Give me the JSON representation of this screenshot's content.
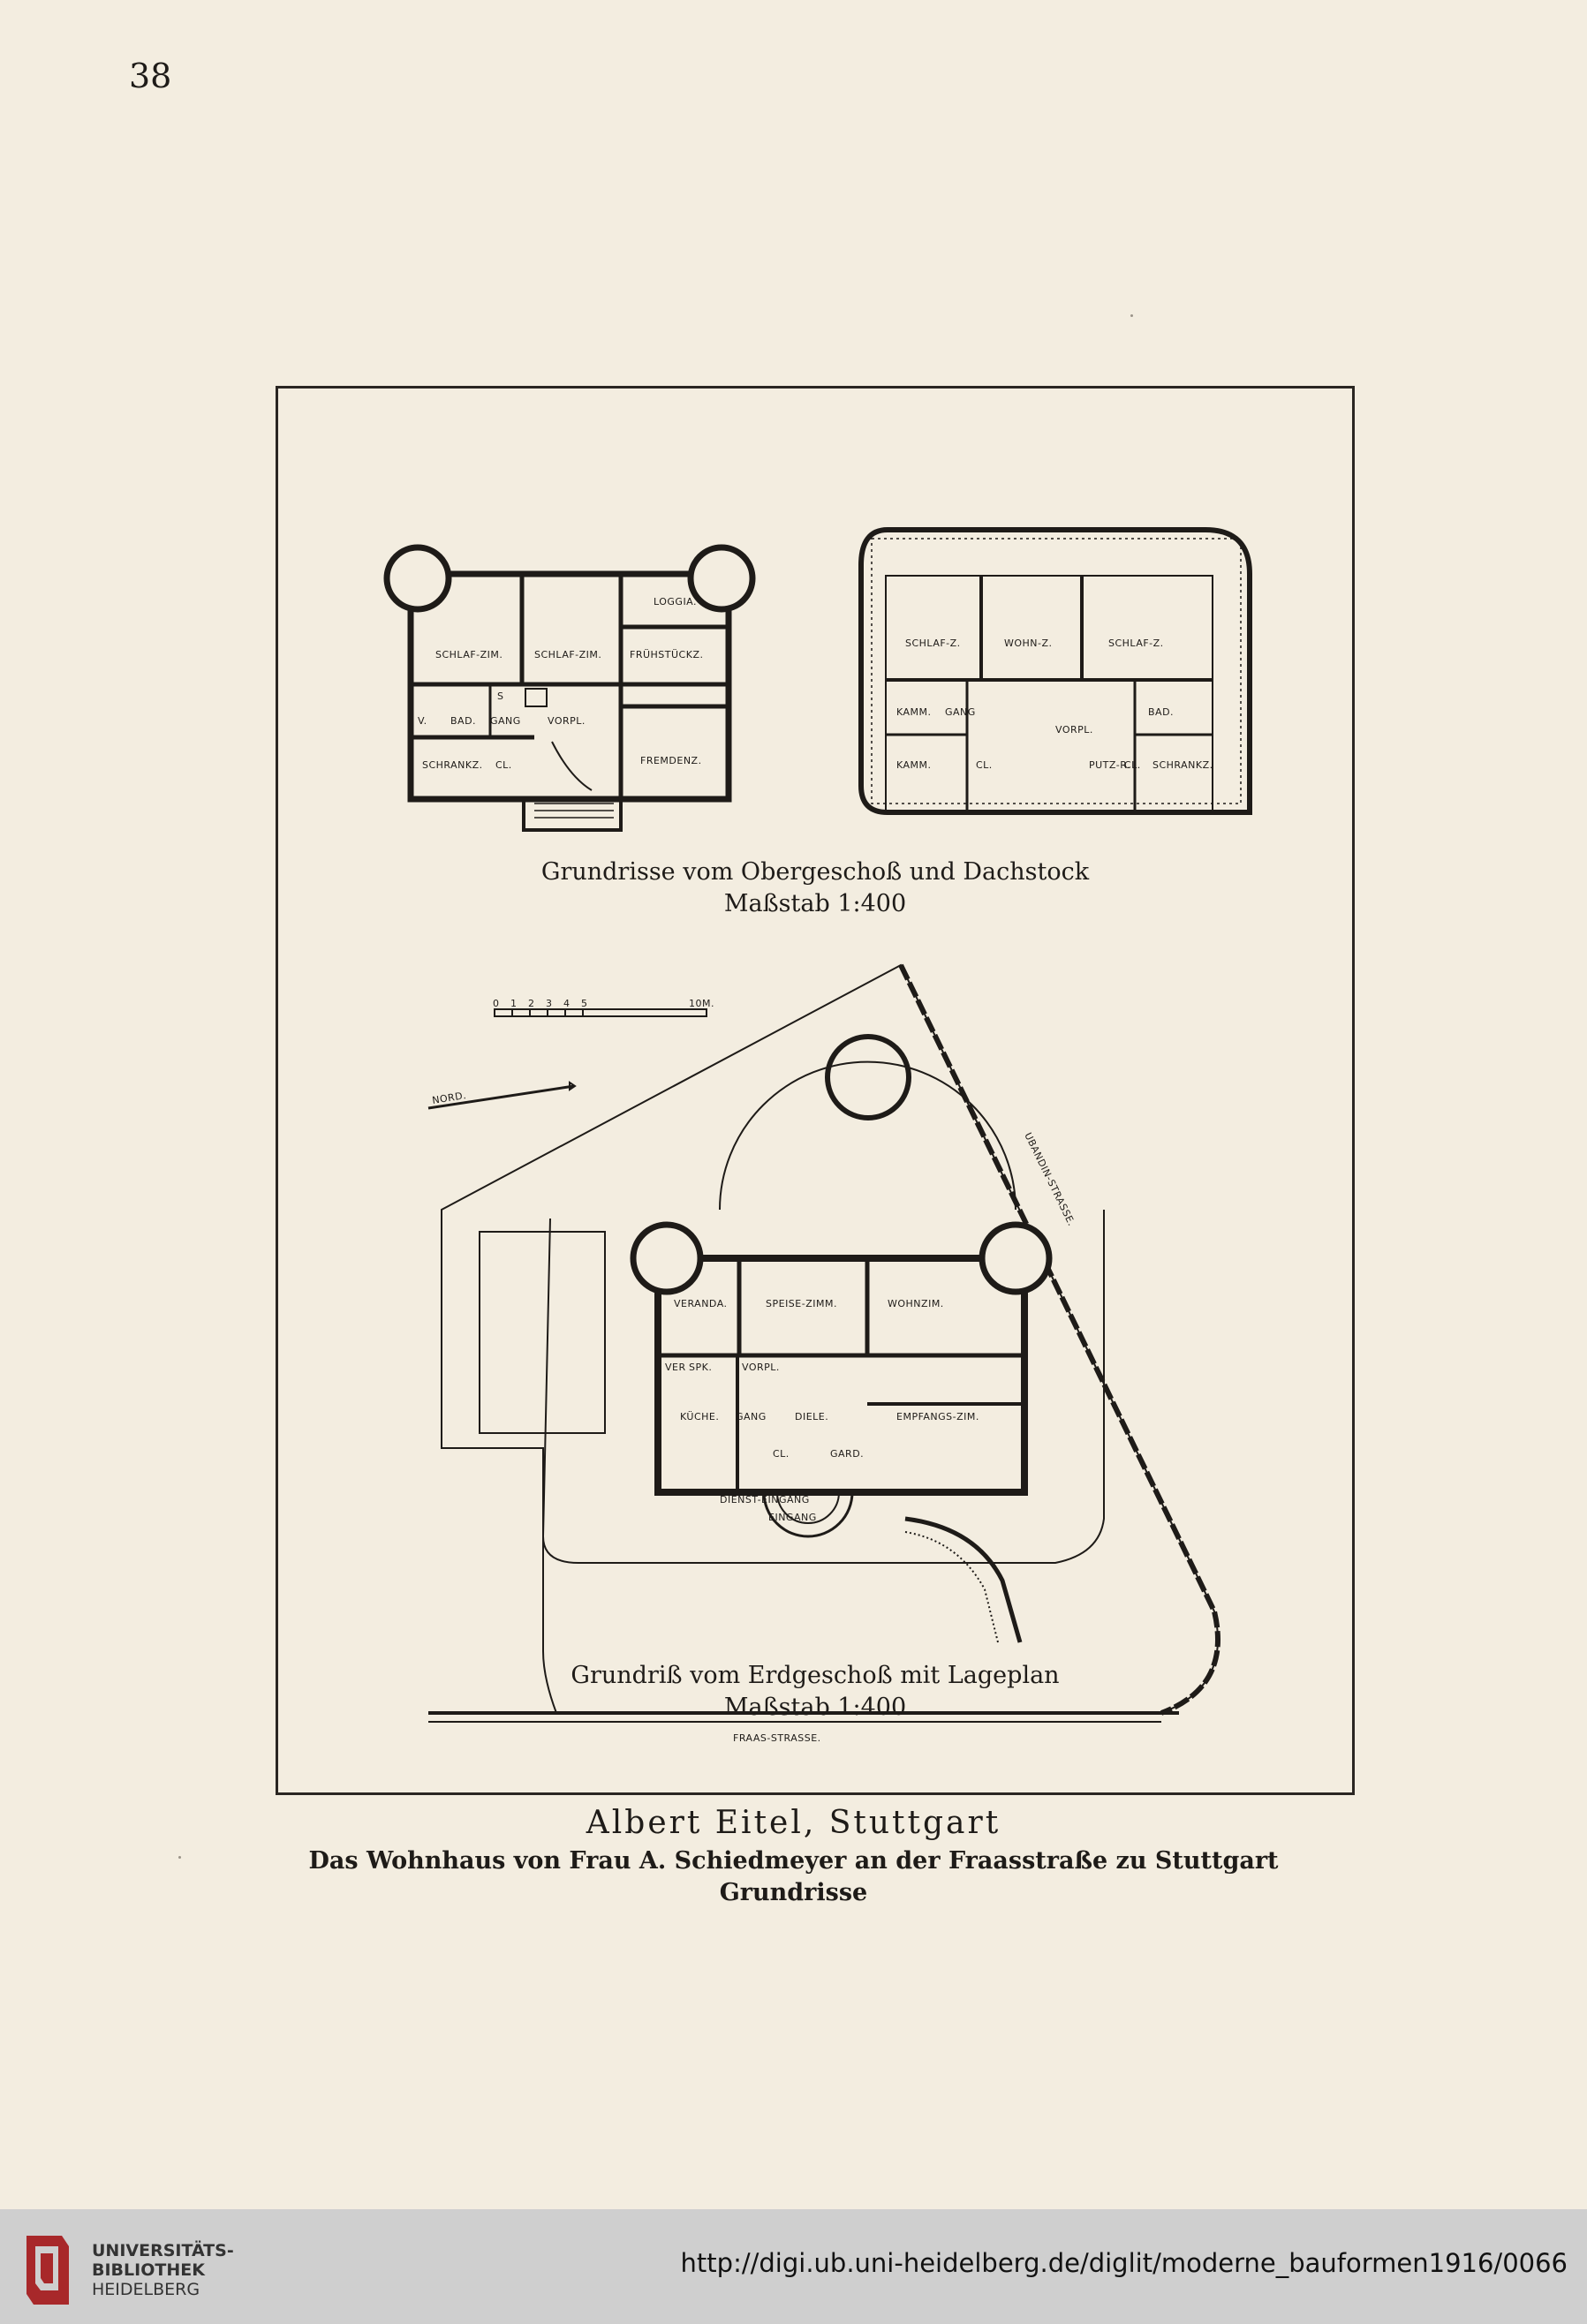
{
  "page_number": "38",
  "upper_plan": {
    "caption_line1": "Grundrisse vom Obergeschoß und Dachstock",
    "caption_line2": "Maßstab 1:400",
    "obergeschoss_labels": [
      "LOGGIA.",
      "SCHLAF-ZIM.",
      "SCHLAF-ZIM.",
      "FRÜHSTÜCKZ.",
      "V.",
      "BAD.",
      "GANG",
      "S",
      "VORPL.",
      "SCHRANKZ.",
      "CL.",
      "FREMDENZ."
    ],
    "dachstock_labels": [
      "SCHLAF-Z.",
      "WOHN-Z.",
      "SCHLAF-Z.",
      "KAMM.",
      "GANG",
      "VORPL.",
      "BAD.",
      "KAMM.",
      "CL.",
      "PUTZ-R.",
      "CL.",
      "SCHRANKZ."
    ]
  },
  "site_plan": {
    "caption_line1": "Grundriß vom Erdgeschoß mit Lageplan",
    "caption_line2": "Maßstab 1:400",
    "scale_bar": [
      "0",
      "1",
      "2",
      "3",
      "4",
      "5",
      "10M."
    ],
    "north_label": "NORD.",
    "street_right": "UBANDIN-STRASSE.",
    "street_bottom": "FRAAS-STRASSE.",
    "room_labels": [
      "VERANDA.",
      "SPEISE-ZIMM.",
      "WOHNZIM.",
      "VER",
      "SPK.",
      "VORPL.",
      "KÜCHE.",
      "GANG",
      "DIELE.",
      "EMPFANGS-ZIM.",
      "CL.",
      "GARD.",
      "DIENST-EINGANG",
      "EINGANG"
    ]
  },
  "title": {
    "author": "Albert Eitel, Stuttgart",
    "subtitle": "Das Wohnhaus von Frau A. Schiedmeyer an der Fraasstraße zu Stuttgart",
    "kind": "Grundrisse"
  },
  "footer": {
    "library_line1": "UNIVERSITÄTS-",
    "library_line2": "BIBLIOTHEK",
    "library_line3": "HEIDELBERG",
    "url": "http://digi.ub.uni-heidelberg.de/diglit/moderne_bauformen1916/0066"
  }
}
